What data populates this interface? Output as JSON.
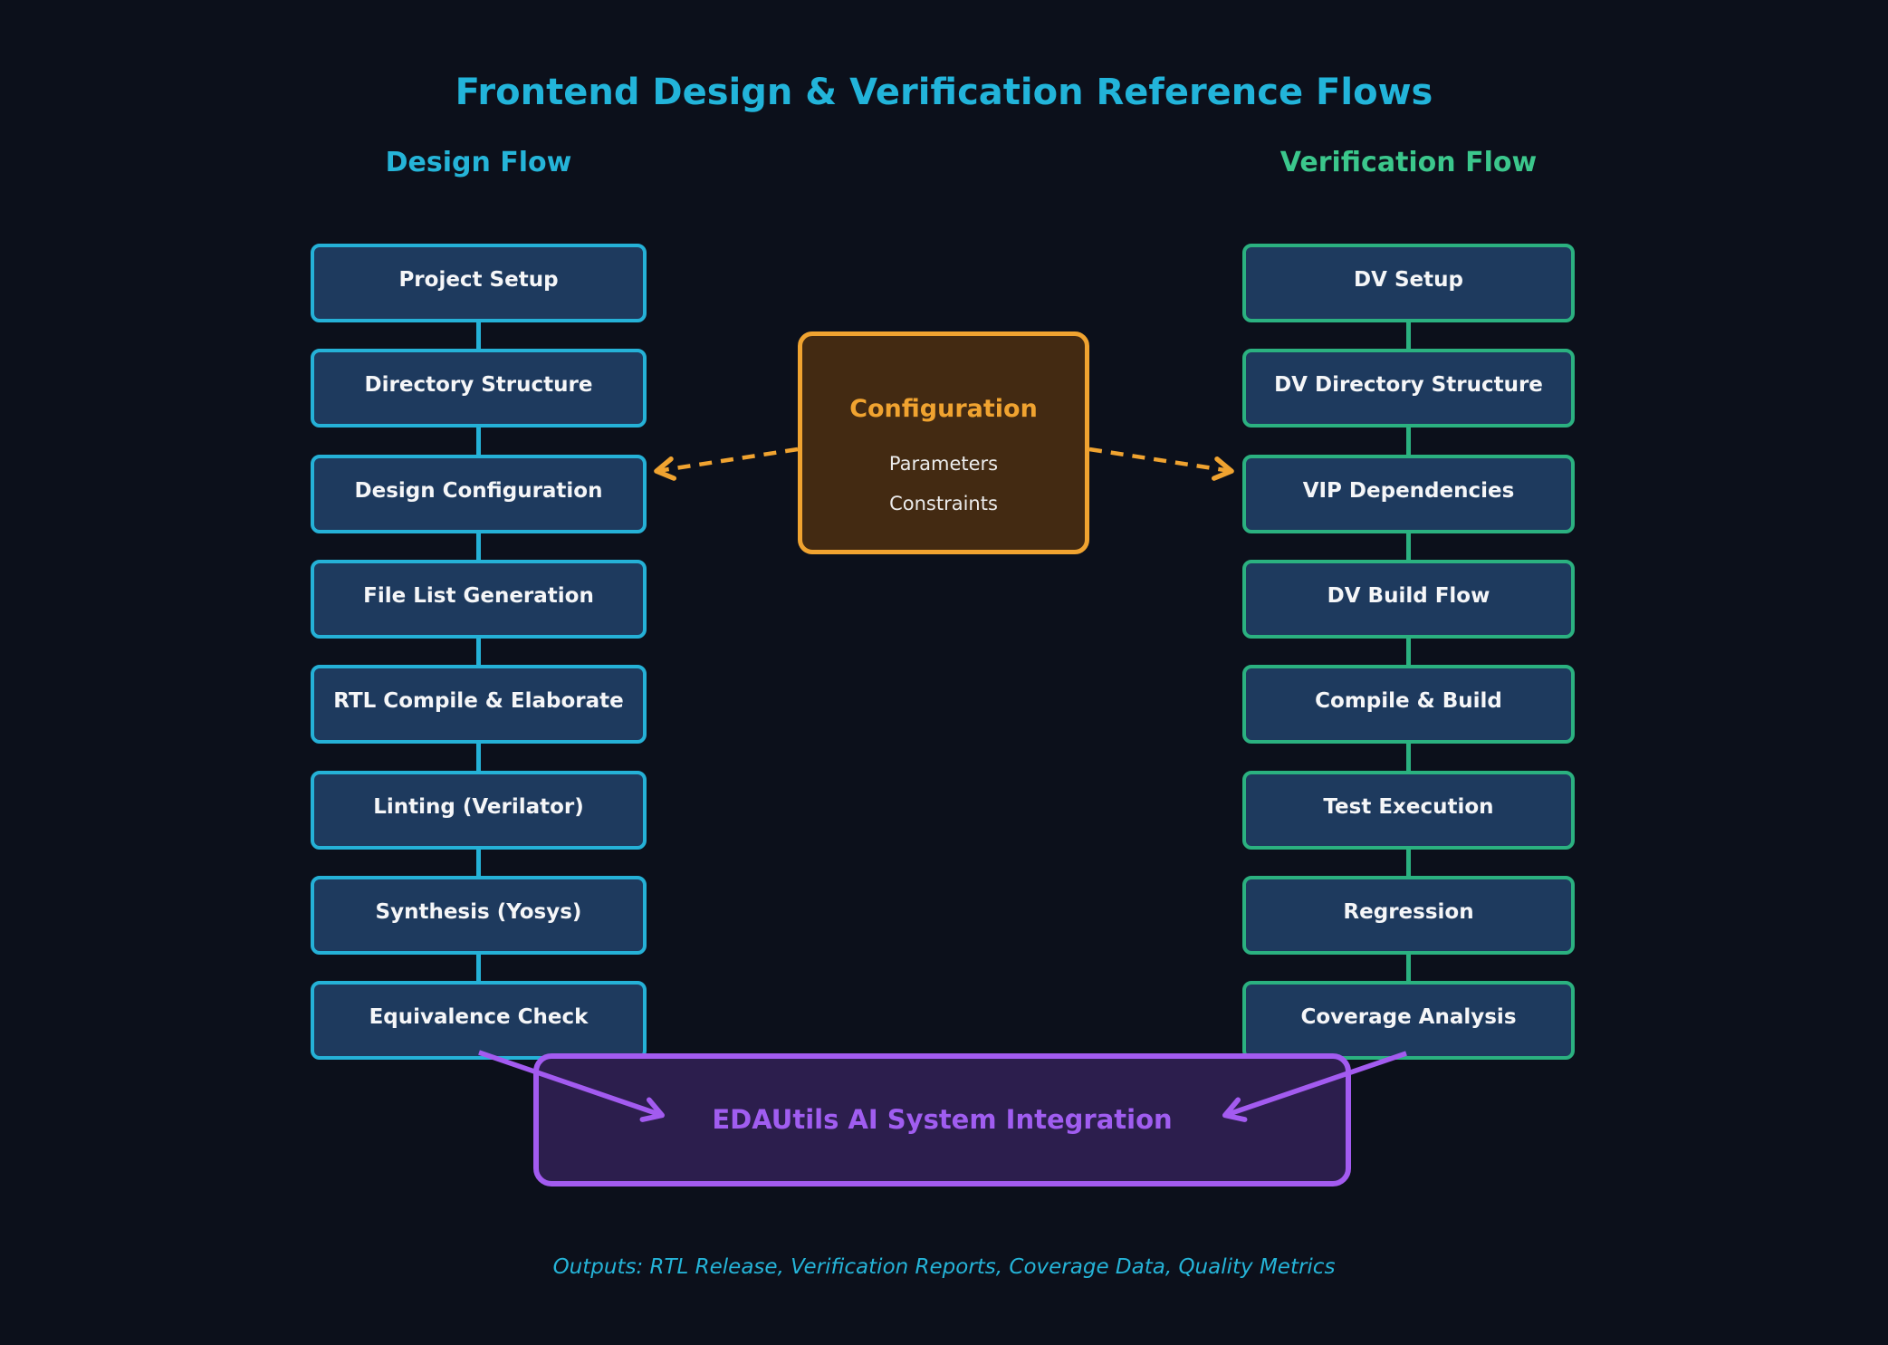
{
  "title": "Frontend Design & Verification Reference Flows",
  "design_flow": {
    "header": "Design Flow",
    "steps": [
      "Project Setup",
      "Directory Structure",
      "Design Configuration",
      "File List Generation",
      "RTL Compile & Elaborate",
      "Linting (Verilator)",
      "Synthesis (Yosys)",
      "Equivalence Check"
    ]
  },
  "verification_flow": {
    "header": "Verification Flow",
    "steps": [
      "DV Setup",
      "DV Directory Structure",
      "VIP Dependencies",
      "DV Build Flow",
      "Compile & Build",
      "Test Execution",
      "Regression",
      "Coverage Analysis"
    ]
  },
  "configuration": {
    "title": "Configuration",
    "items": [
      "Parameters",
      "Constraints"
    ]
  },
  "integration": {
    "label": "EDAUtils AI System Integration"
  },
  "outputs_note": "Outputs: RTL Release, Verification Reports, Coverage Data, Quality Metrics",
  "colors": {
    "background": "#0c101b",
    "title_cyan": "#22b4da",
    "design_accent": "#25b1d7",
    "verification_accent": "#2bb180",
    "verification_header": "#3bc78c",
    "node_fill": "#1e3a5e",
    "node_text": "#f5f6f8",
    "config_border": "#f0a330",
    "config_fill": "#432a12",
    "config_item_text": "#ececec",
    "integration_border": "#a35bf0",
    "integration_fill": "#2c1e4d",
    "integration_text": "#a05df0",
    "outputs_text": "#25b4d8"
  }
}
